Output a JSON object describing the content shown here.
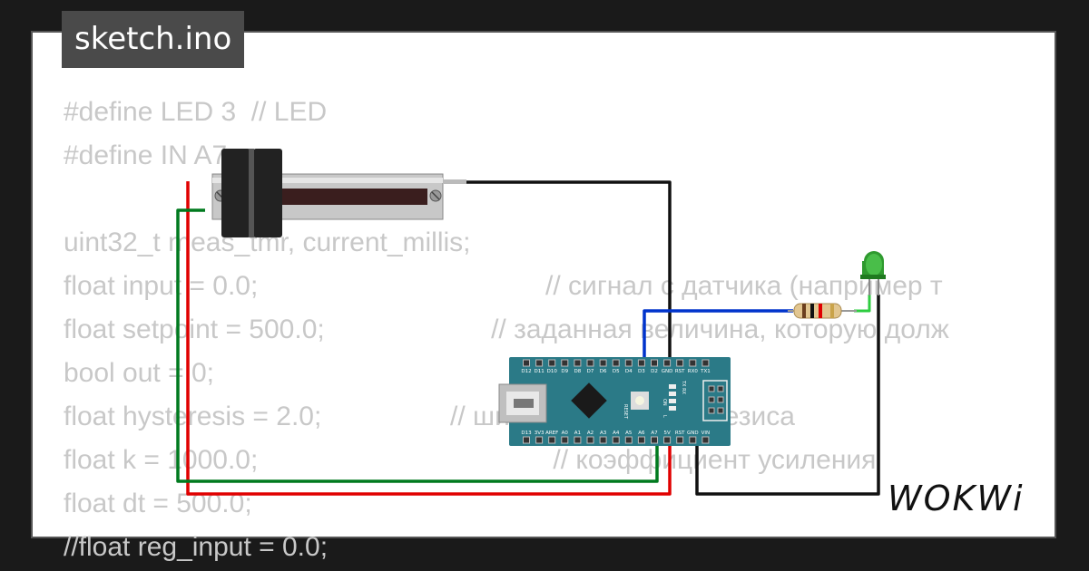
{
  "header": {
    "file_title": "sketch.ino"
  },
  "code_lines": [
    "#define LED 3  // LED",
    "#define IN A7",
    "",
    "uint32_t meas_tmr, current_millis;",
    "float input = 0.0;                                      // сигнал с датчика (например т",
    "float setpoint = 500.0;                      // заданная величина, которую долж",
    "bool out = 0;",
    "float hysteresis = 2.0;                 // ширина окна гистерезиса",
    "float k = 1000.0;                                       // коэффициент усиления",
    "float dt = 500.0;",
    "//float reg_input = 0.0;"
  ],
  "brand": {
    "logo_text": "WOKWi"
  },
  "board": {
    "top_pins": [
      "D12",
      "D11",
      "D10",
      "D9",
      "D8",
      "D7",
      "D6",
      "D5",
      "D4",
      "D3",
      "D2",
      "GND",
      "RST",
      "RX0",
      "TX1"
    ],
    "bottom_pins": [
      "D13",
      "3V3",
      "AREF",
      "A0",
      "A1",
      "A2",
      "A3",
      "A4",
      "A5",
      "A6",
      "A7",
      "5V",
      "RST",
      "GND",
      "VIN"
    ],
    "reset_label": "RESET",
    "on_label": "ON",
    "l_label": "L",
    "txrx_label": "TX RX"
  },
  "colors": {
    "board": "#2b7a87",
    "wire_red": "#e00000",
    "wire_green": "#007a1f",
    "wire_blue": "#0033cc",
    "wire_black": "#111111",
    "led": "#3aa83a"
  }
}
